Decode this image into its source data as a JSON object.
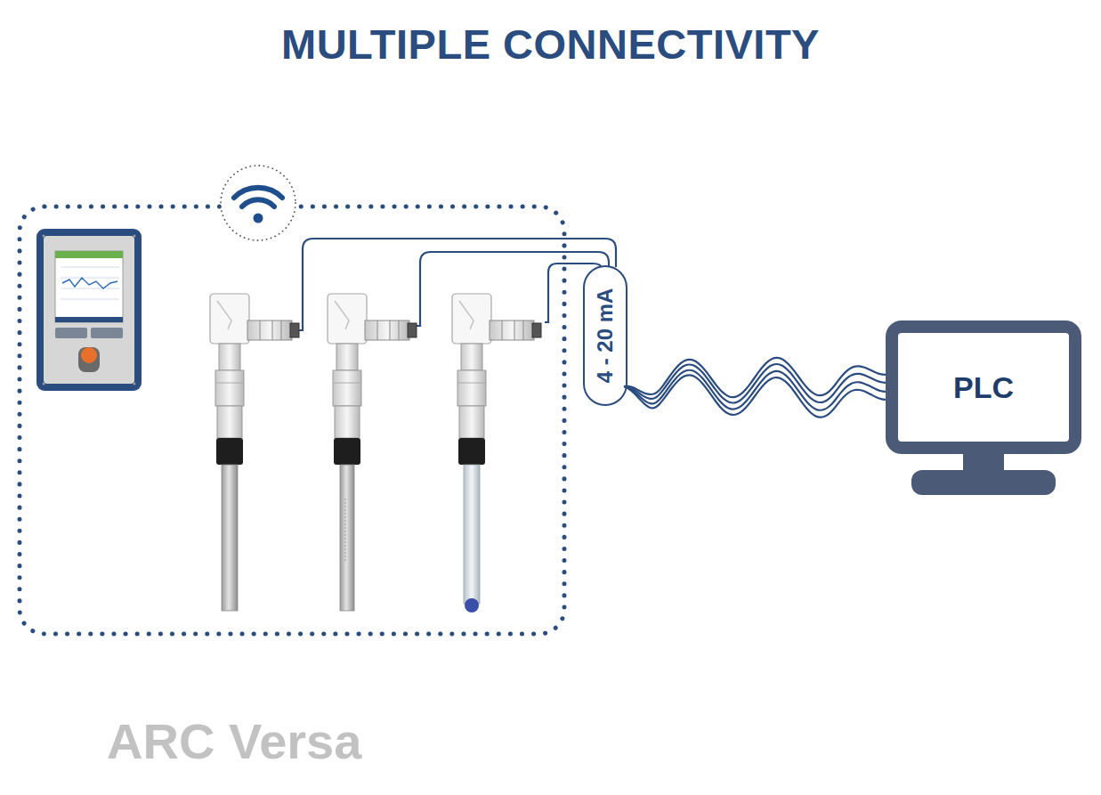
{
  "diagram": {
    "title": "MULTIPLE CONNECTIVITY",
    "nodes": [
      {
        "text": [
          "4 - 20 mA"
        ]
      },
      {
        "text": [
          "PLC"
        ]
      }
    ],
    "edges": [
      {
        "from": 0,
        "to": 1,
        "arrow": "none"
      }
    ],
    "labels": [
      "ARC Versa"
    ]
  }
}
